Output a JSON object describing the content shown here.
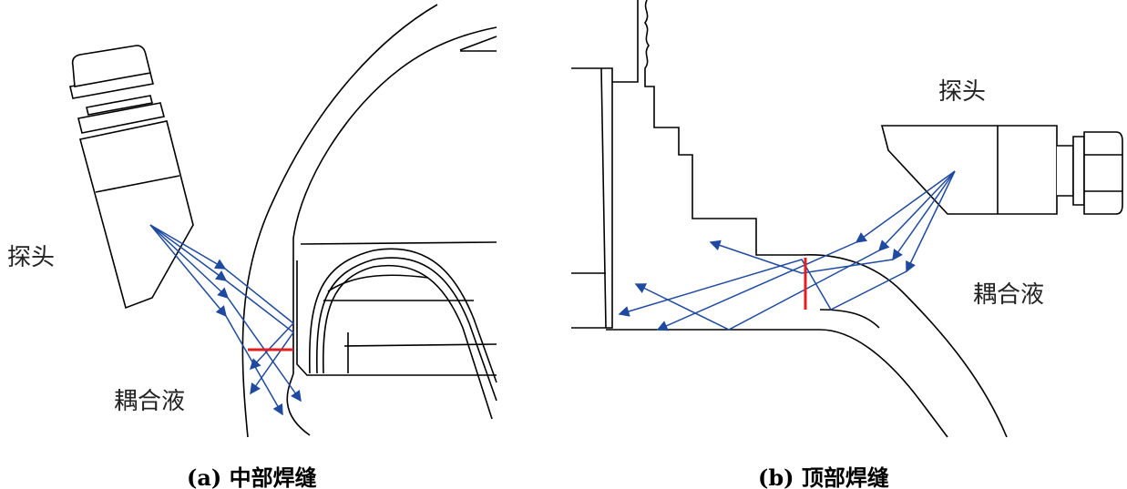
{
  "panel_a": {
    "probe_label": "探头",
    "couplant_label": "耦合液",
    "caption": "(a) 中部焊缝"
  },
  "panel_b": {
    "probe_label": "探头",
    "couplant_label": "耦合液",
    "caption": "(b) 顶部焊缝"
  },
  "colors": {
    "ray": "#1f4aa0",
    "weld": "#e02020",
    "line": "#000000"
  }
}
